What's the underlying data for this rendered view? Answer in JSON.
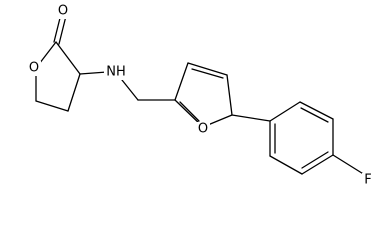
{
  "molecule": {
    "atoms": {
      "carbonyl_oxygen": "O",
      "ring_oxygen": "O",
      "amine": "NH",
      "furan_oxygen": "O",
      "fluorine": "F"
    }
  }
}
